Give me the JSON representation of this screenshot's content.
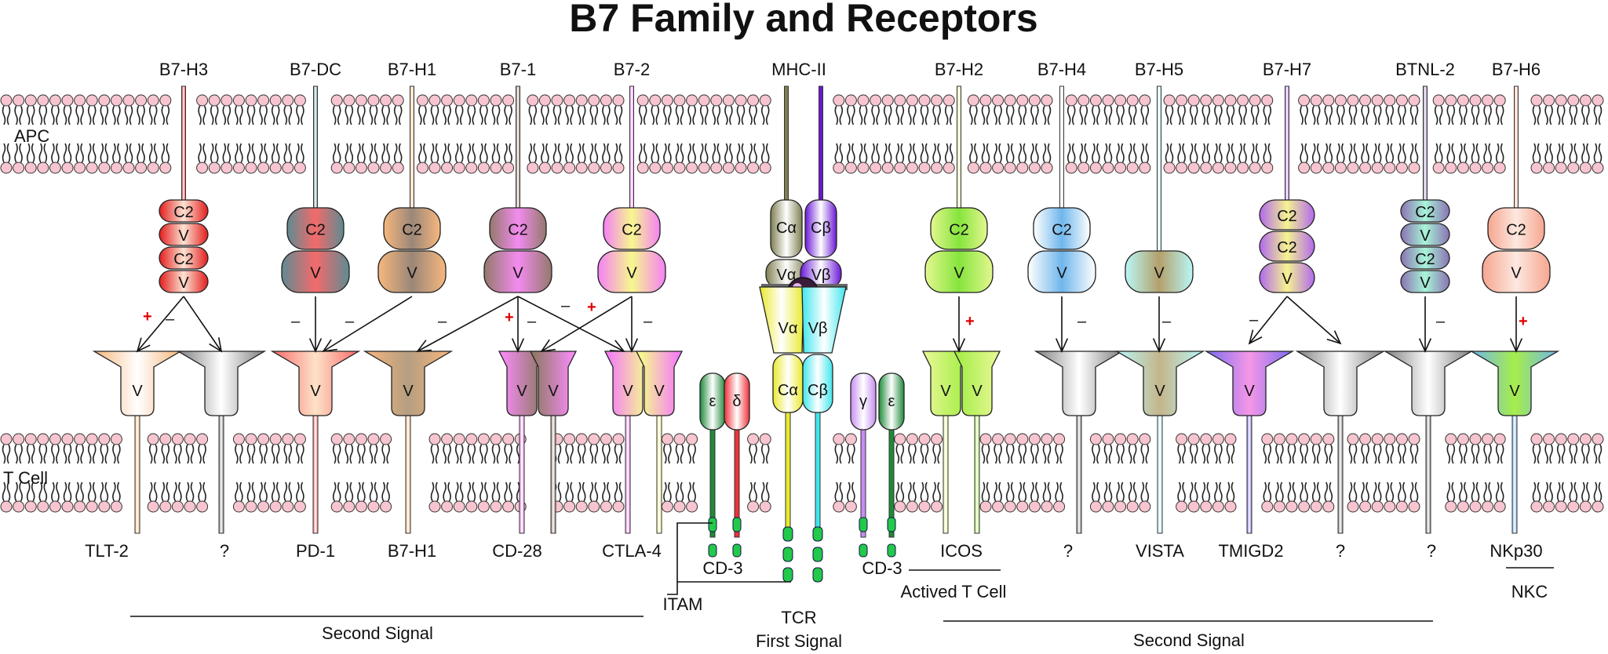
{
  "title": "B7 Family and Receptors",
  "side_labels": {
    "apc": "APC",
    "tcell": "T Cell"
  },
  "ligands": [
    {
      "name": "B7-H3",
      "domains": [
        "C2",
        "V",
        "C2",
        "V"
      ],
      "colors": [
        "#e21c1c",
        "#fde2d2"
      ]
    },
    {
      "name": "B7-DC",
      "domains": [
        "C2",
        "V"
      ],
      "colors": [
        "#5e8b92",
        "#f46a6a"
      ]
    },
    {
      "name": "B7-H1",
      "domains": [
        "C2",
        "V"
      ],
      "colors": [
        "#f7b77e",
        "#9a8778"
      ]
    },
    {
      "name": "B7-1",
      "domains": [
        "C2",
        "V"
      ],
      "colors": [
        "#94796b",
        "#f38bf0"
      ]
    },
    {
      "name": "B7-2",
      "domains": [
        "C2",
        "V"
      ],
      "colors": [
        "#f580f5",
        "#f6f88e"
      ]
    },
    {
      "name": "B7-H2",
      "domains": [
        "C2",
        "V"
      ],
      "colors": [
        "#e3f78f",
        "#86e43d"
      ]
    },
    {
      "name": "B7-H4",
      "domains": [
        "C2",
        "V"
      ],
      "colors": [
        "#ffffff",
        "#6fb6ec"
      ]
    },
    {
      "name": "B7-H5",
      "domains": [
        "V"
      ],
      "colors": [
        "#b8f7f7",
        "#b3a06b"
      ]
    },
    {
      "name": "B7-H7",
      "domains": [
        "C2",
        "C2",
        "V"
      ],
      "colors": [
        "#b068ee",
        "#f6f390"
      ]
    },
    {
      "name": "BTNL-2",
      "domains": [
        "C2",
        "V",
        "C2",
        "V"
      ],
      "colors": [
        "#8a72b3",
        "#a7f5d7"
      ]
    },
    {
      "name": "B7-H6",
      "domains": [
        "C2",
        "V"
      ],
      "colors": [
        "#f6a68f",
        "#fde8e0"
      ]
    }
  ],
  "mhc": {
    "name": "MHC-II",
    "domains": [
      "Cα",
      "Cβ",
      "Vα",
      "Vβ"
    ],
    "colors": {
      "alpha": "#7f7f52",
      "beta": "#6a18d6"
    }
  },
  "tcr": {
    "domains": [
      "Vα",
      "Vβ",
      "Cα",
      "Cβ"
    ],
    "colors": {
      "alpha": "#e9e92d",
      "beta": "#3fe6ee"
    }
  },
  "cd3": [
    {
      "chains": [
        "ε",
        "δ"
      ],
      "colors": [
        "#1e8a3a",
        "#ef3038"
      ]
    },
    {
      "chains": [
        "γ",
        "ε"
      ],
      "colors": [
        "#c78df2",
        "#1e8a3a"
      ]
    }
  ],
  "receptors": [
    {
      "name": "TLT-2",
      "domain": "V",
      "colors": [
        "#f7b77e",
        "#ffffff"
      ]
    },
    {
      "name": "?",
      "domain": "",
      "colors": [
        "#808080",
        "#ffffff"
      ]
    },
    {
      "name": "PD-1",
      "domain": "V",
      "colors": [
        "#fb6b6b",
        "#fde2c8"
      ]
    },
    {
      "name": "B7-H1",
      "domain": "V",
      "colors": [
        "#f7b77e",
        "#b59e80"
      ]
    },
    {
      "name": "CD-28",
      "domain": "V",
      "colors": [
        "#f38bf0",
        "#94796b"
      ]
    },
    {
      "name": "CTLA-4",
      "domain": "V",
      "colors": [
        "#f580f5",
        "#f6f88e"
      ]
    },
    {
      "name": "ICOS",
      "domain": "V",
      "colors": [
        "#e3f78f",
        "#a6ee4a"
      ]
    },
    {
      "name": "?",
      "domain": "",
      "colors": [
        "#808080",
        "#ffffff"
      ]
    },
    {
      "name": "VISTA",
      "domain": "V",
      "colors": [
        "#b8f7f7",
        "#c4b58a"
      ]
    },
    {
      "name": "TMIGD2",
      "domain": "V",
      "colors": [
        "#7a6cf0",
        "#f597e6"
      ]
    },
    {
      "name": "?",
      "domain": "",
      "colors": [
        "#808080",
        "#ffffff"
      ]
    },
    {
      "name": "?",
      "domain": "",
      "colors": [
        "#808080",
        "#ffffff"
      ]
    },
    {
      "name": "NKp30",
      "domain": "V",
      "colors": [
        "#6fb6ec",
        "#a6ee4a"
      ]
    }
  ],
  "signs": {
    "plus": "+",
    "minus": "–"
  },
  "labels": {
    "cd3": "CD-3",
    "itam": "ITAM",
    "tcr": "TCR",
    "first_signal": "First Signal",
    "second_signal": "Second Signal",
    "actived_t_cell": "Actived T Cell",
    "nkc": "NKC"
  }
}
